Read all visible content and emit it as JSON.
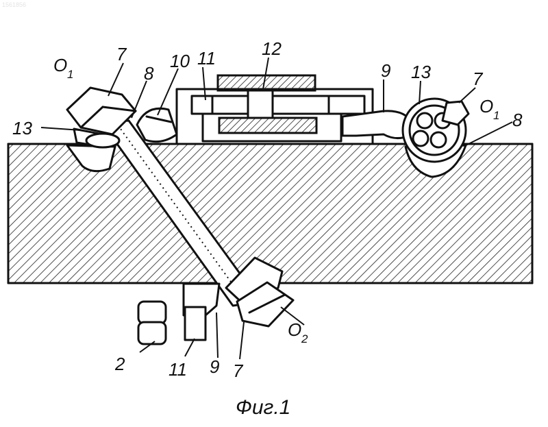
{
  "watermark": "1561856",
  "labels": {
    "o1_left": "O",
    "o1_left_sub": "1",
    "l7_top_left": "7",
    "l8_left": "8",
    "l10": "10",
    "l11_top": "11",
    "l12": "12",
    "l13_left": "13",
    "l9_right": "9",
    "l13_right": "13",
    "l7_right": "7",
    "o1_right": "O",
    "o1_right_sub": "1",
    "l8_right": "8",
    "o2": "O",
    "o2_sub": "2",
    "l2": "2",
    "l11_bottom": "11",
    "l9_bottom": "9",
    "l7_bottom": "7"
  },
  "caption": "Фиг.1"
}
